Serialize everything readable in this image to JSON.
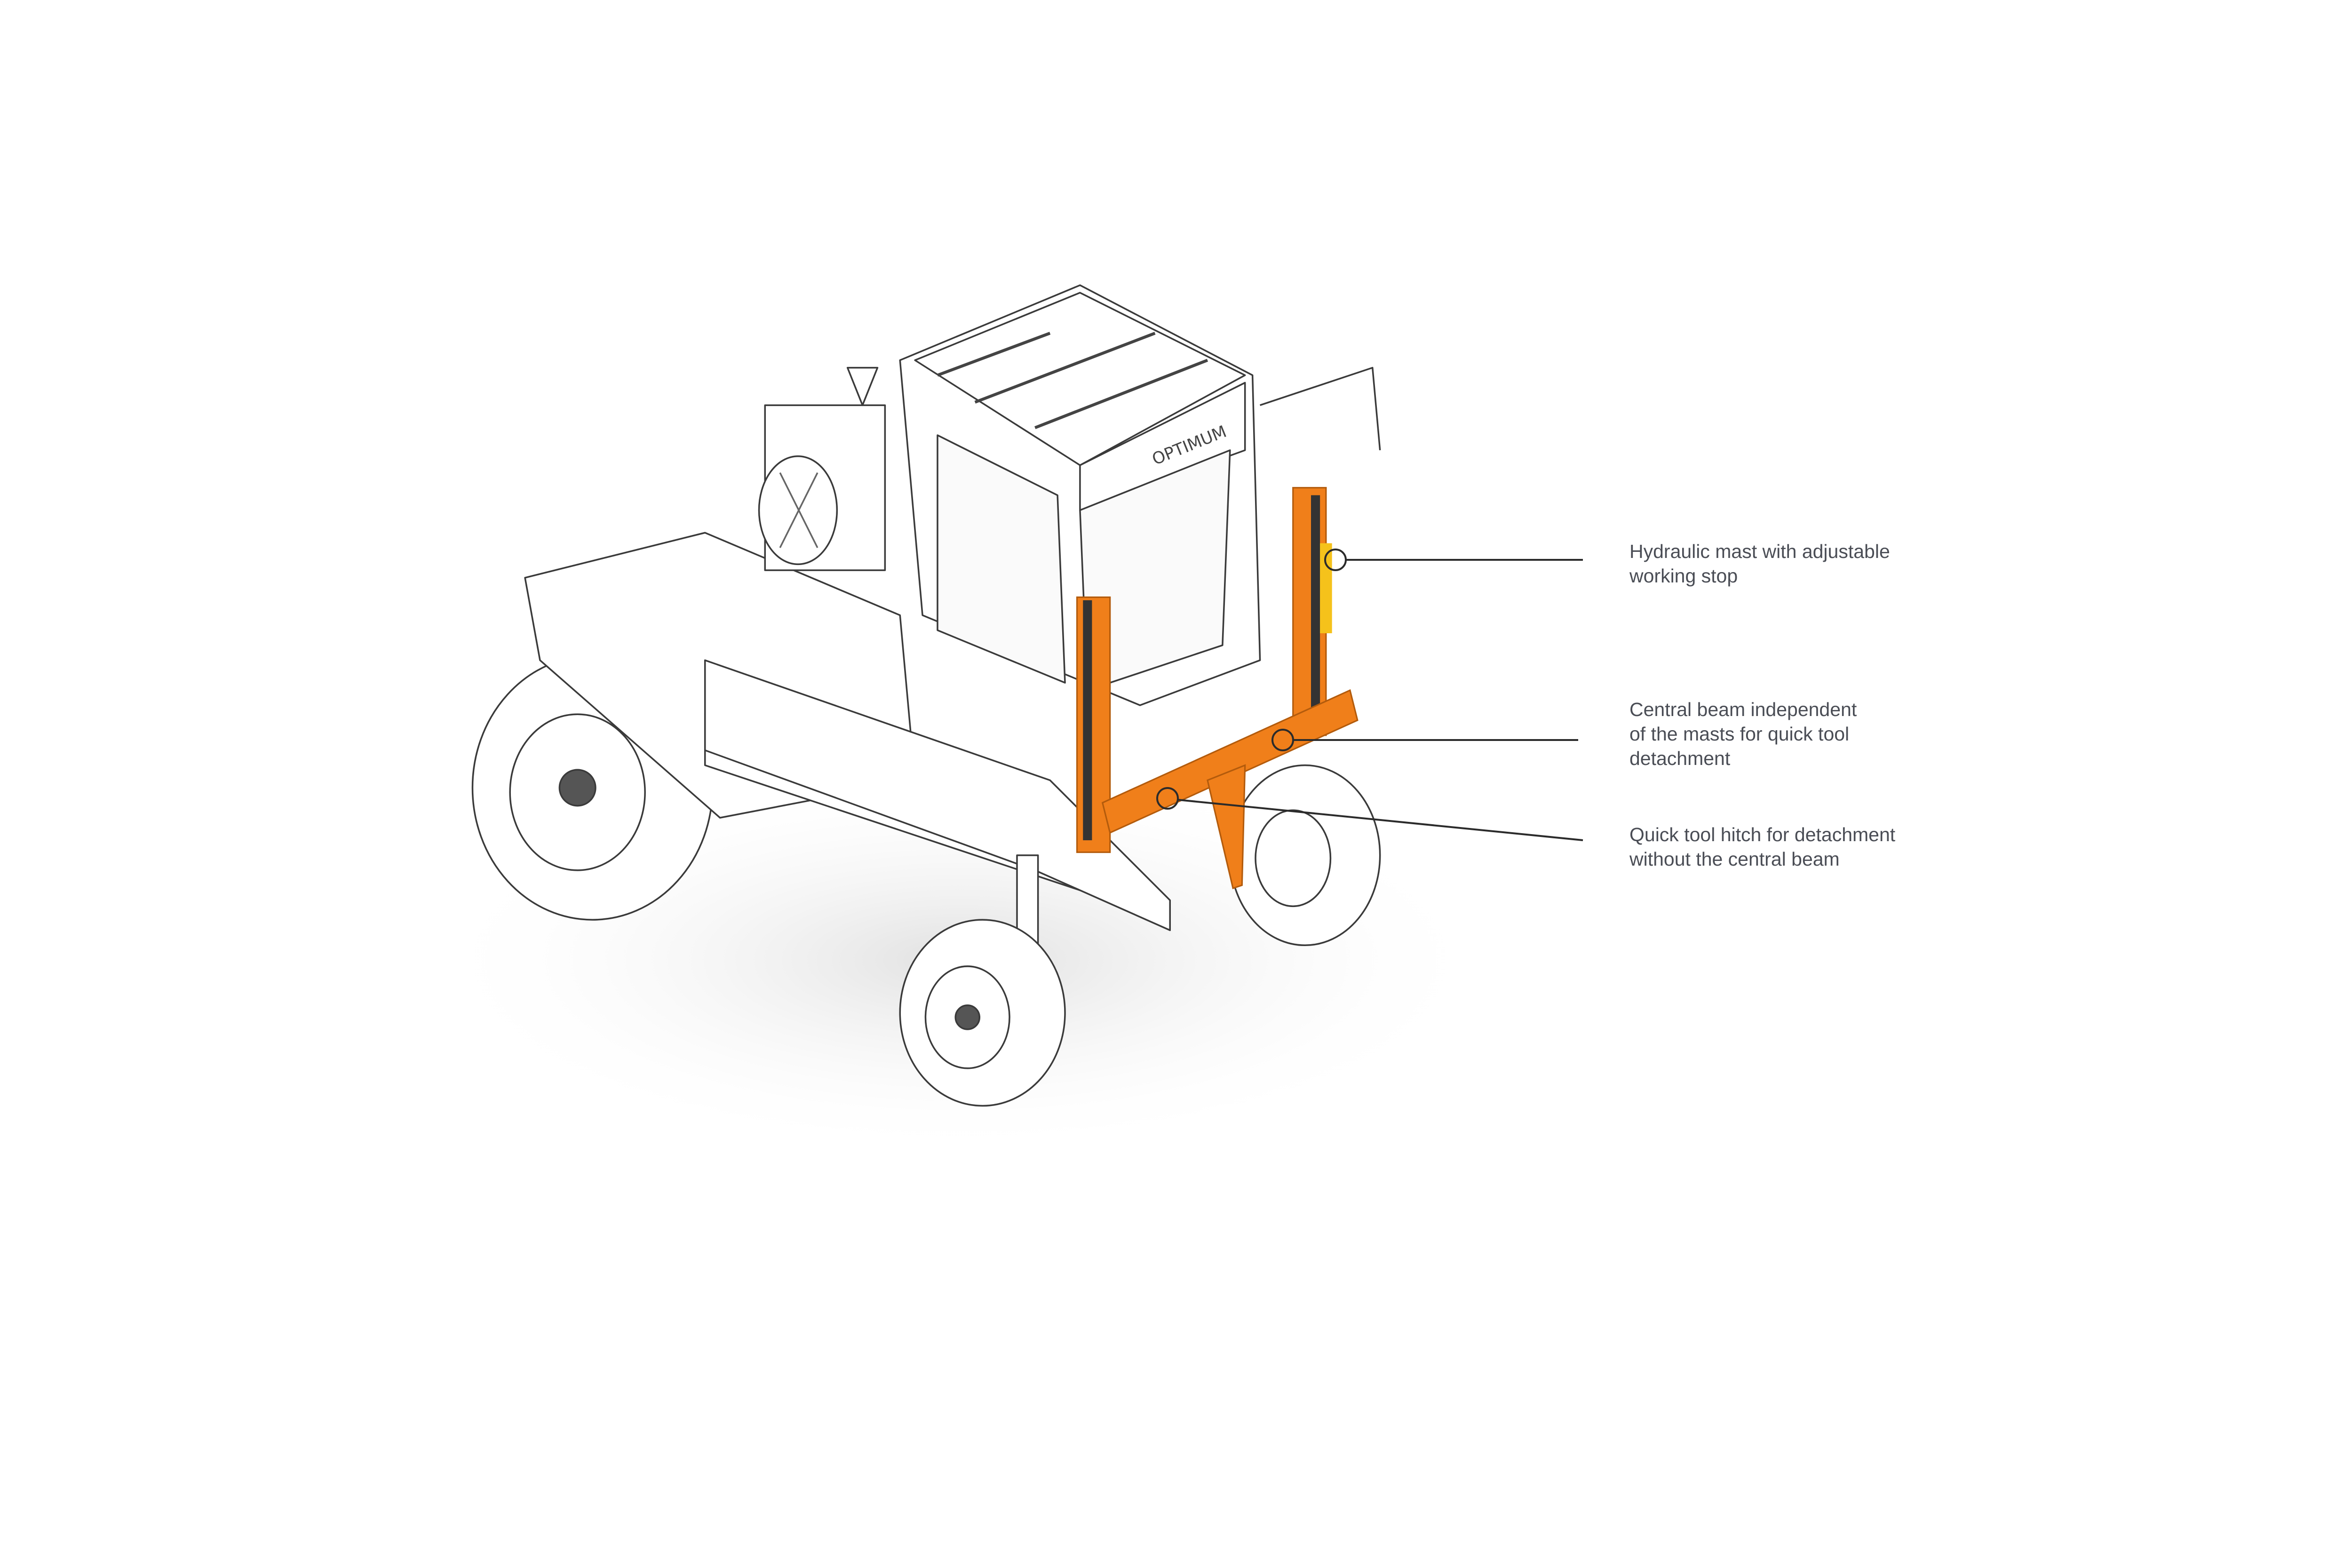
{
  "product": {
    "brand_logo": "OPTIMUM"
  },
  "callouts": [
    {
      "lines": [
        "Hydraulic mast with adjustable",
        "working stop"
      ]
    },
    {
      "lines": [
        "Central beam independent",
        "of the masts for quick tool",
        "detachment"
      ]
    },
    {
      "lines": [
        "Quick tool hitch for detachment",
        "without the central beam"
      ]
    }
  ],
  "colors": {
    "text": "#4a4d55",
    "line": "#2b2b2b",
    "accent_orange": "#f07f1a",
    "outline": "#3a3a3a"
  }
}
